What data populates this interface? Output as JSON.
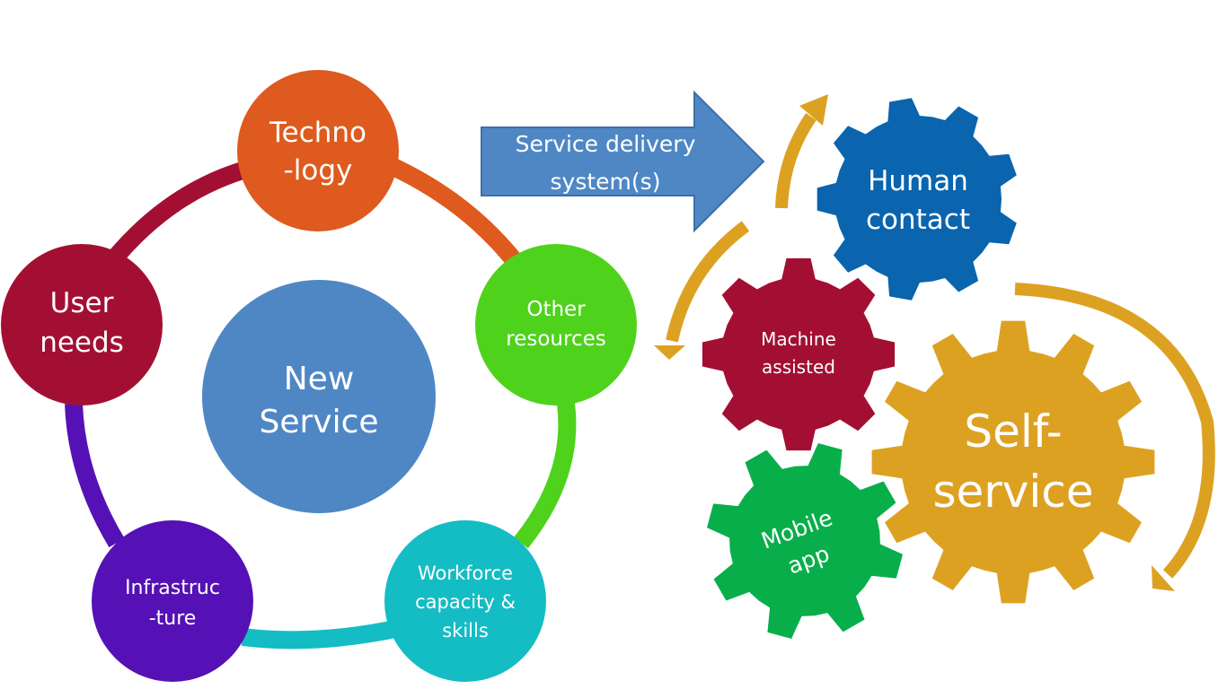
{
  "center": {
    "line1": "New",
    "line2": "Service",
    "color": "#4F87C5"
  },
  "nodes": [
    {
      "id": "technology",
      "line1": "Techno",
      "line2": "-logy",
      "color": "#DE5A1E"
    },
    {
      "id": "other_resources",
      "line1": "Other",
      "line2": "resources",
      "color": "#4FD21C"
    },
    {
      "id": "workforce",
      "line1": "Workforce",
      "line2": "capacity &",
      "line3": "skills",
      "color": "#14BCC4"
    },
    {
      "id": "infrastructure",
      "line1": "Infrastruc",
      "line2": "-ture",
      "color": "#5511B5"
    },
    {
      "id": "user_needs",
      "line1": "User",
      "line2": "needs",
      "color": "#A30F33"
    }
  ],
  "arrow": {
    "line1": "Service delivery",
    "line2": "system(s)",
    "color": "#4F87C5"
  },
  "gears": [
    {
      "id": "human_contact",
      "line1": "Human",
      "line2": "contact",
      "color": "#0A64AE"
    },
    {
      "id": "machine_assisted",
      "line1": "Machine",
      "line2": "assisted",
      "color": "#A30F33"
    },
    {
      "id": "self_service",
      "line1": "Self-",
      "line2": "service",
      "color": "#DDA122"
    },
    {
      "id": "mobile_app",
      "line1": "Mobile",
      "line2": "app",
      "color": "#08AE4A"
    }
  ],
  "cycle_arrow_color": "#DDA122"
}
